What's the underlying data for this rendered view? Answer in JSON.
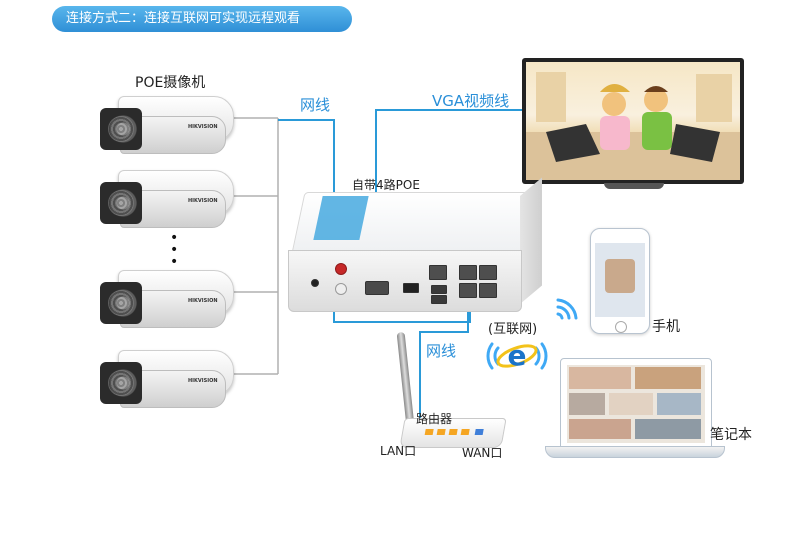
{
  "banner": {
    "text": "连接方式二：连接互联网可实现远程观看"
  },
  "labels": {
    "poe_camera": "POE摄像机",
    "network_cable_top": "网线",
    "vga_cable": "VGA视频线",
    "nvr_poe": "自带4路POE",
    "internet": "(互联网)",
    "network_cable_bottom": "网线",
    "phone": "手机",
    "router": "路由器",
    "lan_port": "LAN口",
    "wan_port": "WAN口",
    "laptop": "笔记本"
  },
  "icons": {
    "camera": "camera-icon",
    "nvr": "nvr-icon",
    "tv": "tv-icon",
    "phone": "smartphone-icon",
    "laptop": "laptop-icon",
    "router": "router-icon",
    "ie": "ie-browser-icon",
    "wifi": "wifi-icon"
  },
  "colors": {
    "banner": "#3a9be0",
    "cable": "#2a9ad8",
    "wire": "#b0b0b0",
    "ie_blue": "#1a73c9",
    "ie_ring": "#f3c21a"
  },
  "camera_brand": "HIKVISION"
}
